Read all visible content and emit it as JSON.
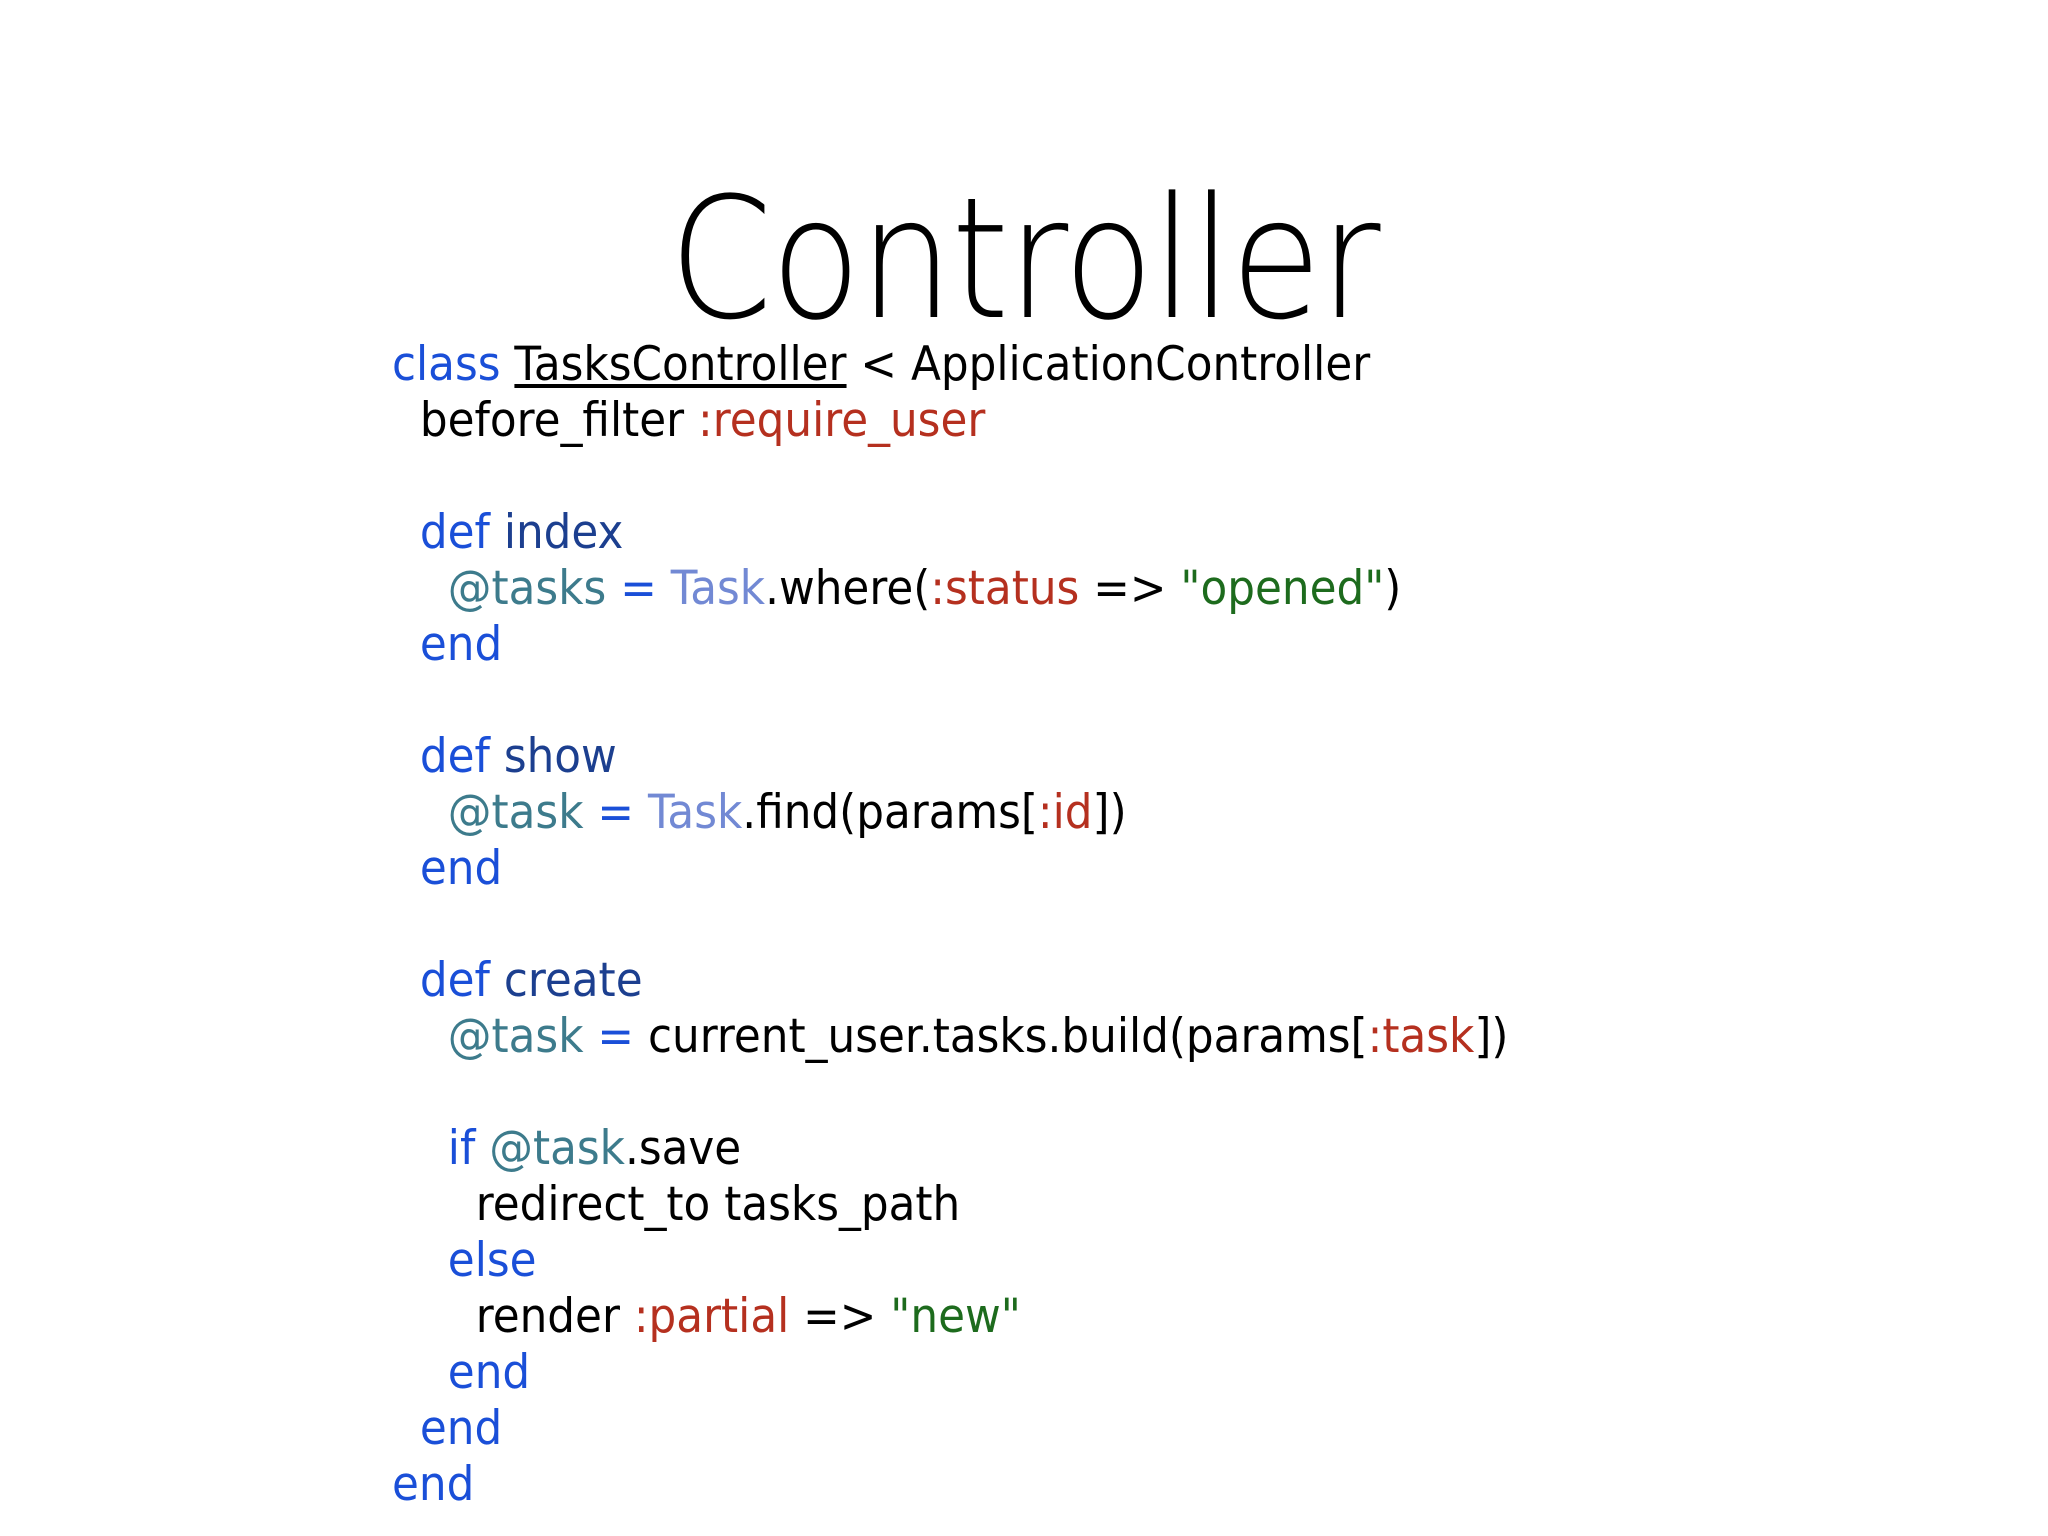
{
  "slide": {
    "title": "Controller",
    "background_color": "#ffffff"
  },
  "colors": {
    "keyword": "#1a4fd8",
    "method_name": "#1c3f8f",
    "instance_variable": "#3d7b8c",
    "constant": "#7289d4",
    "symbol": "#b5301f",
    "string": "#1d6b1d",
    "plain": "#000000"
  },
  "code": {
    "language": "ruby",
    "lines": [
      {
        "indent": 0,
        "tokens": [
          {
            "text": "class ",
            "type": "keyword"
          },
          {
            "text": "TasksController",
            "type": "underline"
          },
          {
            "text": " < ApplicationController",
            "type": "plain"
          }
        ]
      },
      {
        "indent": 1,
        "tokens": [
          {
            "text": "before_filter ",
            "type": "plain"
          },
          {
            "text": ":require_user",
            "type": "symbol"
          }
        ]
      },
      {
        "indent": 0,
        "blank": true,
        "tokens": []
      },
      {
        "indent": 1,
        "tokens": [
          {
            "text": "def ",
            "type": "keyword"
          },
          {
            "text": "index",
            "type": "method_name"
          }
        ]
      },
      {
        "indent": 2,
        "tokens": [
          {
            "text": "@tasks",
            "type": "instance_variable"
          },
          {
            "text": " ",
            "type": "plain"
          },
          {
            "text": "=",
            "type": "keyword"
          },
          {
            "text": " ",
            "type": "plain"
          },
          {
            "text": "Task",
            "type": "constant"
          },
          {
            "text": ".where(",
            "type": "plain"
          },
          {
            "text": ":status",
            "type": "symbol"
          },
          {
            "text": " => ",
            "type": "plain"
          },
          {
            "text": "\"opened\"",
            "type": "string"
          },
          {
            "text": ")",
            "type": "plain"
          }
        ]
      },
      {
        "indent": 1,
        "tokens": [
          {
            "text": "end",
            "type": "keyword"
          }
        ]
      },
      {
        "indent": 0,
        "blank": true,
        "tokens": []
      },
      {
        "indent": 1,
        "tokens": [
          {
            "text": "def ",
            "type": "keyword"
          },
          {
            "text": "show",
            "type": "method_name"
          }
        ]
      },
      {
        "indent": 2,
        "tokens": [
          {
            "text": "@task",
            "type": "instance_variable"
          },
          {
            "text": " ",
            "type": "plain"
          },
          {
            "text": "=",
            "type": "keyword"
          },
          {
            "text": " ",
            "type": "plain"
          },
          {
            "text": "Task",
            "type": "constant"
          },
          {
            "text": ".find(params[",
            "type": "plain"
          },
          {
            "text": ":id",
            "type": "symbol"
          },
          {
            "text": "])",
            "type": "plain"
          }
        ]
      },
      {
        "indent": 1,
        "tokens": [
          {
            "text": "end",
            "type": "keyword"
          }
        ]
      },
      {
        "indent": 0,
        "blank": true,
        "tokens": []
      },
      {
        "indent": 1,
        "tokens": [
          {
            "text": "def ",
            "type": "keyword"
          },
          {
            "text": "create",
            "type": "method_name"
          }
        ]
      },
      {
        "indent": 2,
        "tokens": [
          {
            "text": "@task",
            "type": "instance_variable"
          },
          {
            "text": " ",
            "type": "plain"
          },
          {
            "text": "=",
            "type": "keyword"
          },
          {
            "text": " current_user.tasks.build(params[",
            "type": "plain"
          },
          {
            "text": ":task",
            "type": "symbol"
          },
          {
            "text": "])",
            "type": "plain"
          }
        ]
      },
      {
        "indent": 0,
        "blank": true,
        "tokens": []
      },
      {
        "indent": 2,
        "tokens": [
          {
            "text": "if ",
            "type": "keyword"
          },
          {
            "text": "@task",
            "type": "instance_variable"
          },
          {
            "text": ".save",
            "type": "plain"
          }
        ]
      },
      {
        "indent": 3,
        "tokens": [
          {
            "text": "redirect_to tasks_path",
            "type": "plain"
          }
        ]
      },
      {
        "indent": 2,
        "tokens": [
          {
            "text": "else",
            "type": "keyword"
          }
        ]
      },
      {
        "indent": 3,
        "tokens": [
          {
            "text": "render ",
            "type": "plain"
          },
          {
            "text": ":partial",
            "type": "symbol"
          },
          {
            "text": " => ",
            "type": "plain"
          },
          {
            "text": "\"new\"",
            "type": "string"
          }
        ]
      },
      {
        "indent": 2,
        "tokens": [
          {
            "text": "end",
            "type": "keyword"
          }
        ]
      },
      {
        "indent": 1,
        "tokens": [
          {
            "text": "end",
            "type": "keyword"
          }
        ]
      },
      {
        "indent": 0,
        "tokens": [
          {
            "text": "end",
            "type": "keyword"
          }
        ]
      }
    ]
  }
}
